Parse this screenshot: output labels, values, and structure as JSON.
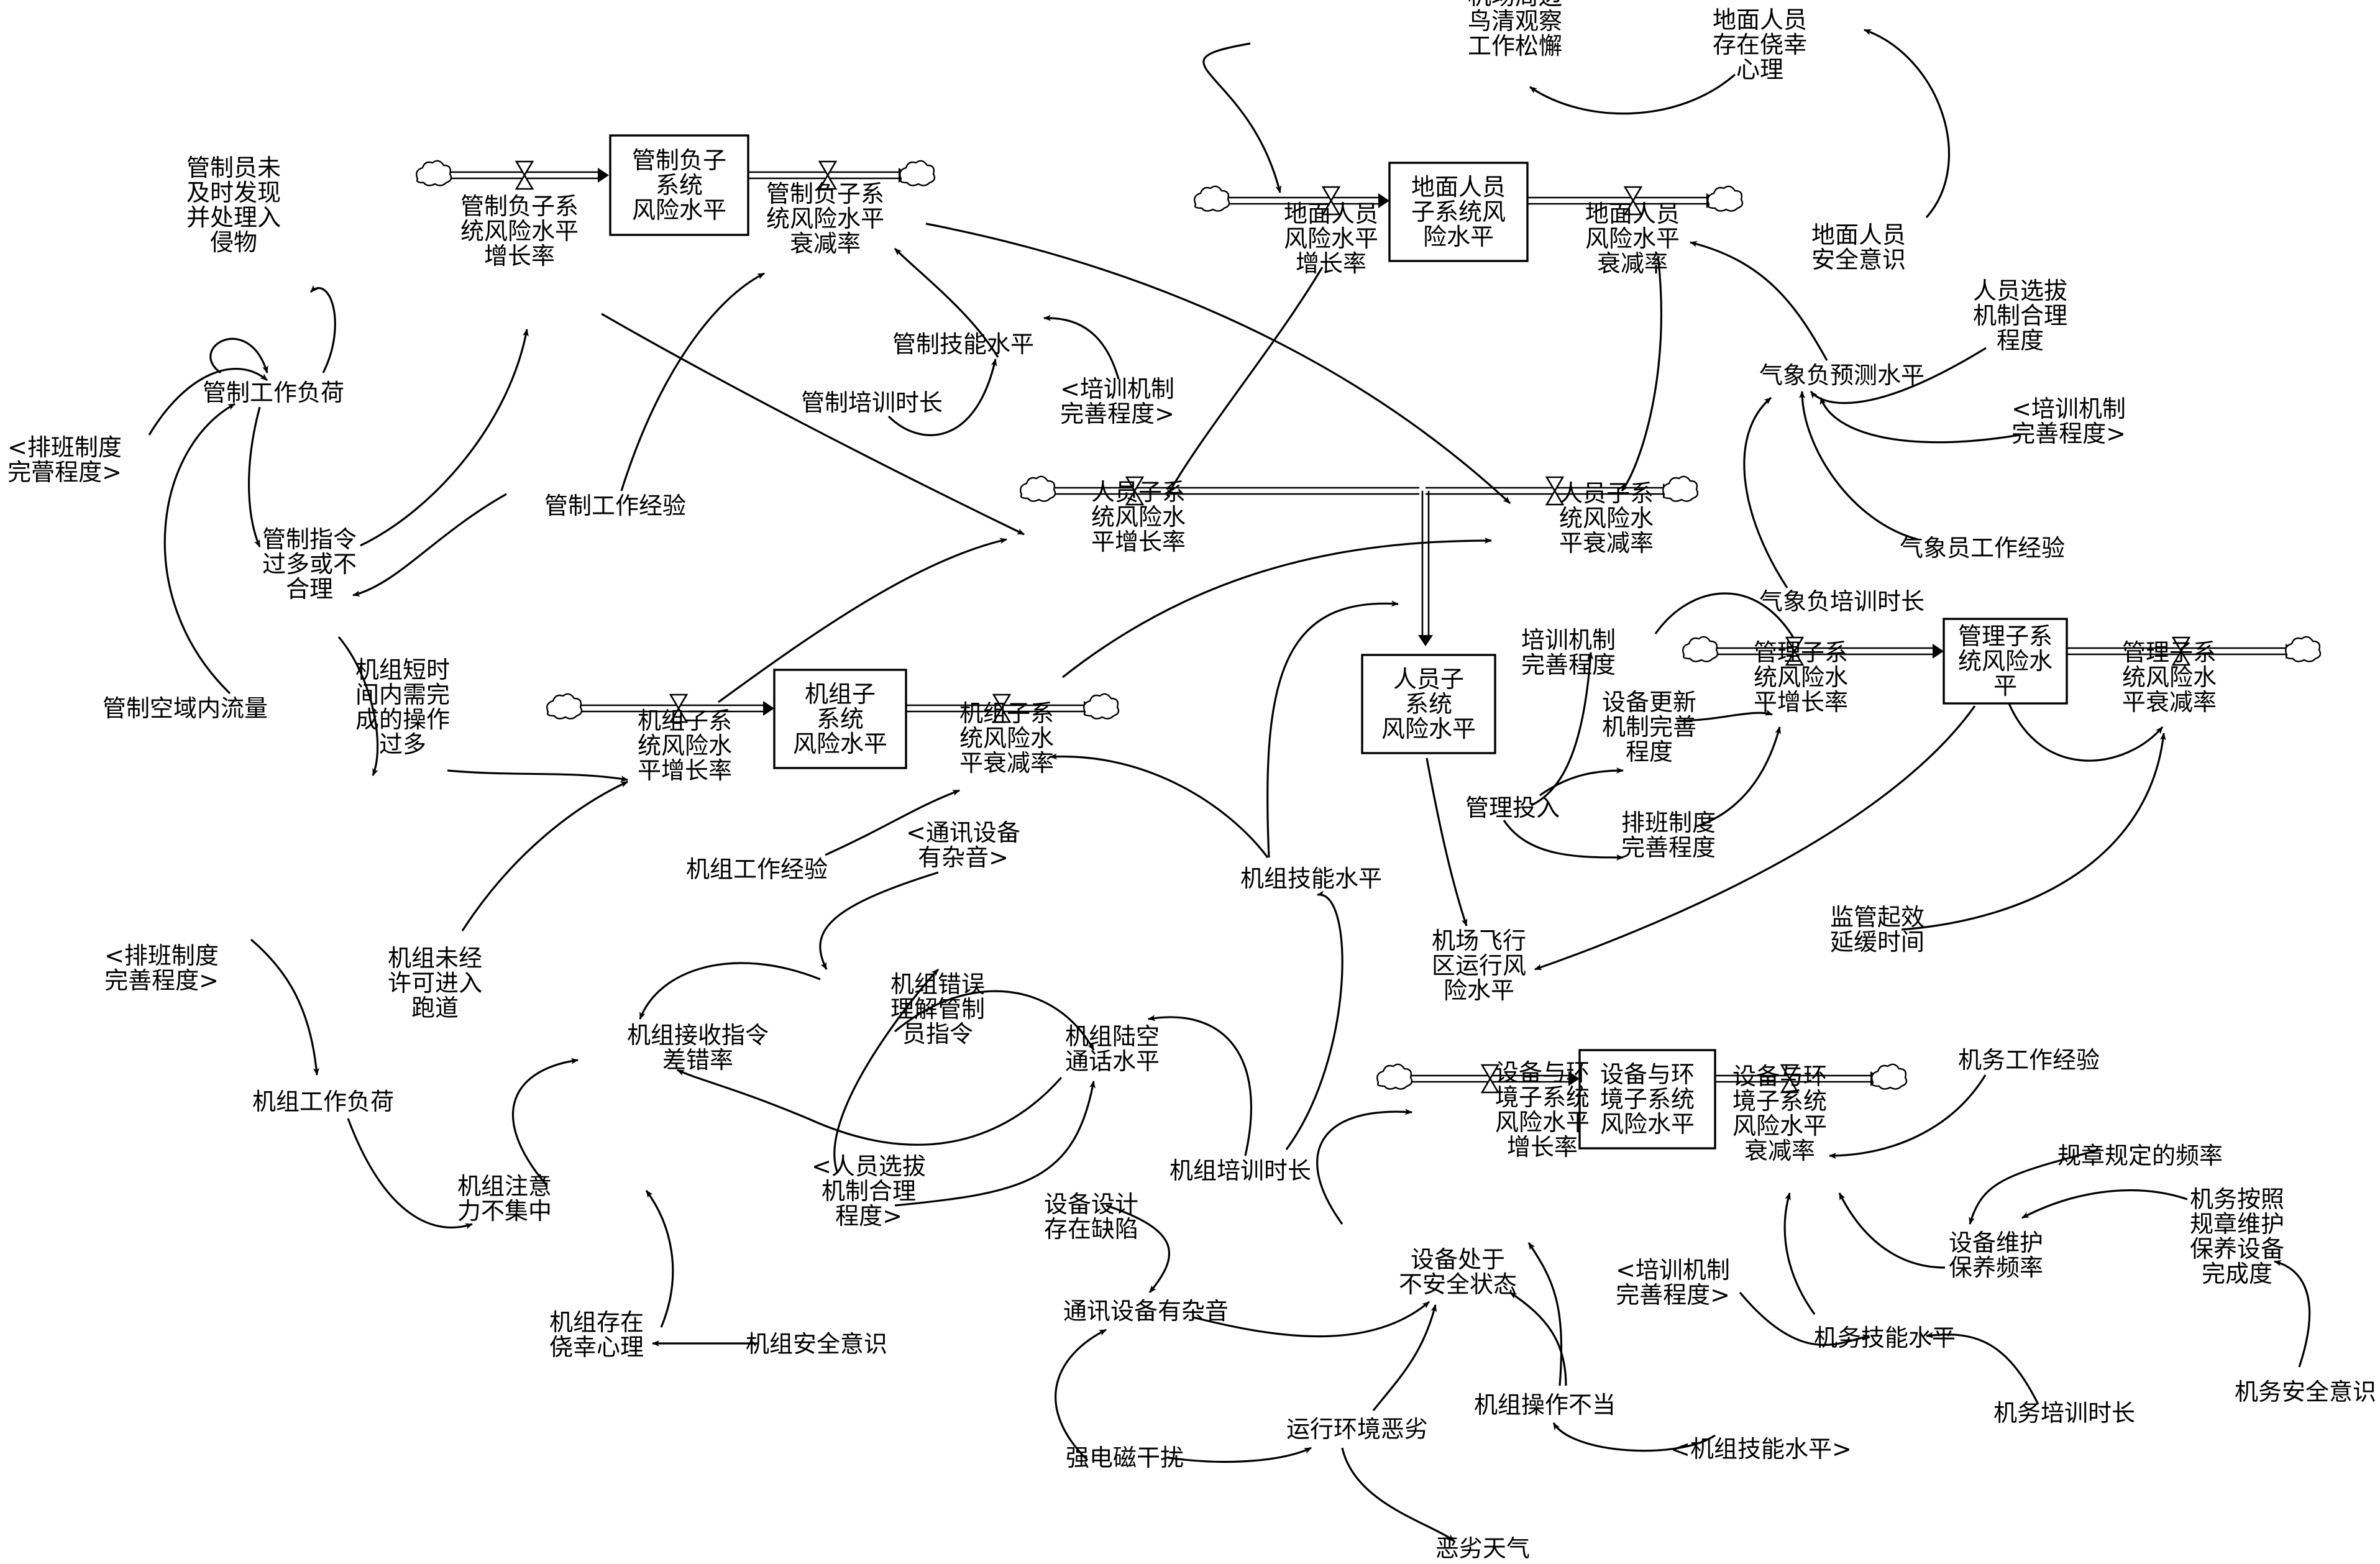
{
  "stocks": [
    {
      "id": "atc",
      "lines": [
        "管制负子",
        "系统",
        "风险水平"
      ]
    },
    {
      "id": "ground",
      "lines": [
        "地面人员",
        "子系统风",
        "险水平"
      ]
    },
    {
      "id": "crew",
      "lines": [
        "机组子",
        "系统",
        "风险水平"
      ]
    },
    {
      "id": "person",
      "lines": [
        "人员子",
        "系统",
        "风险水平"
      ]
    },
    {
      "id": "mgmt",
      "lines": [
        "管理子系",
        "统风险水",
        "平"
      ]
    },
    {
      "id": "equip",
      "lines": [
        "设备与环",
        "境子系统",
        "风险水平"
      ]
    }
  ],
  "variables": [
    {
      "id": "atc_inc",
      "lines": [
        "管制负子系",
        "统风险水平",
        "增长率"
      ]
    },
    {
      "id": "atc_dec",
      "lines": [
        "管制负子系",
        "统风险水平",
        "衰减率"
      ]
    },
    {
      "id": "atc_miss",
      "lines": [
        "管制员未",
        "及时发现",
        "并处理入",
        "侵物"
      ]
    },
    {
      "id": "atc_load",
      "lines": [
        "管制工作负荷"
      ]
    },
    {
      "id": "shift1",
      "lines": [
        "<排班制度",
        "完瞢程度>"
      ]
    },
    {
      "id": "atc_cmd",
      "lines": [
        "管制指令",
        "过多或不",
        "合理"
      ]
    },
    {
      "id": "atc_flow",
      "lines": [
        "管制空域内流量"
      ]
    },
    {
      "id": "atc_exp",
      "lines": [
        "管制工作经验"
      ]
    },
    {
      "id": "atc_skill",
      "lines": [
        "管制技能水平"
      ]
    },
    {
      "id": "atc_train",
      "lines": [
        "管制培训时长"
      ]
    },
    {
      "id": "train_mech1",
      "lines": [
        "<培训机制",
        "完善程度>"
      ]
    },
    {
      "id": "bird",
      "lines": [
        "机场周边",
        "鸟清观察",
        "工作松懈"
      ]
    },
    {
      "id": "ground_luck",
      "lines": [
        "地面人员",
        "存在侥幸",
        "心理"
      ]
    },
    {
      "id": "ground_inc",
      "lines": [
        "地面人员",
        "风险水平",
        "增长率"
      ]
    },
    {
      "id": "ground_dec",
      "lines": [
        "地面人员",
        "风险水平",
        "衰减率"
      ]
    },
    {
      "id": "ground_safe",
      "lines": [
        "地面人员",
        "安全意识"
      ]
    },
    {
      "id": "select1",
      "lines": [
        "人员选拔",
        "机制合理",
        "程度"
      ]
    },
    {
      "id": "weather_fc",
      "lines": [
        "气象负预测水平"
      ]
    },
    {
      "id": "train_mech2",
      "lines": [
        "<培训机制",
        "完善程度>"
      ]
    },
    {
      "id": "weather_exp",
      "lines": [
        "气象员工作经验"
      ]
    },
    {
      "id": "weather_train",
      "lines": [
        "气象负培训时长"
      ]
    },
    {
      "id": "person_inc",
      "lines": [
        "人员子系",
        "统风险水",
        "平增长率"
      ]
    },
    {
      "id": "person_dec",
      "lines": [
        "人员子系",
        "统风险水",
        "平衰减率"
      ]
    },
    {
      "id": "crew_short",
      "lines": [
        "机组短时",
        "间内需完",
        "成的操作",
        "过多"
      ]
    },
    {
      "id": "crew_inc",
      "lines": [
        "机组子系",
        "统风险水",
        "平增长率"
      ]
    },
    {
      "id": "crew_dec",
      "lines": [
        "机组子系",
        "统风险水",
        "平衰减率"
      ]
    },
    {
      "id": "crew_exp",
      "lines": [
        "机组工作经验"
      ]
    },
    {
      "id": "comm_noise1",
      "lines": [
        "<通讯设备",
        "有杂音>"
      ]
    },
    {
      "id": "crew_skill",
      "lines": [
        "机组技能水平"
      ]
    },
    {
      "id": "train_mech3",
      "lines": [
        "培训机制",
        "完善程度"
      ]
    },
    {
      "id": "equip_update",
      "lines": [
        "设备更新",
        "机制完善",
        "程度"
      ]
    },
    {
      "id": "mgmt_invest",
      "lines": [
        "管理投入"
      ]
    },
    {
      "id": "shift3",
      "lines": [
        "排班制度",
        "完善程度"
      ]
    },
    {
      "id": "mgmt_inc",
      "lines": [
        "管理子系",
        "统风险水",
        "平增长率"
      ]
    },
    {
      "id": "mgmt_dec",
      "lines": [
        "管理子系",
        "统风险水",
        "平衰减率"
      ]
    },
    {
      "id": "supervise",
      "lines": [
        "监管起效",
        "延缓时间"
      ]
    },
    {
      "id": "airport_risk",
      "lines": [
        "机场飞行",
        "区运行风",
        "险水平"
      ]
    },
    {
      "id": "shift2",
      "lines": [
        "<排班制度",
        "完善程度>"
      ]
    },
    {
      "id": "crew_runway",
      "lines": [
        "机组未经",
        "许可进入",
        "跑道"
      ]
    },
    {
      "id": "crew_recv",
      "lines": [
        "机组接收指令",
        "差错率"
      ]
    },
    {
      "id": "crew_misund",
      "lines": [
        "机组错误",
        "理解管制",
        "员指令"
      ]
    },
    {
      "id": "crew_comm",
      "lines": [
        "机组陆空",
        "通话水平"
      ]
    },
    {
      "id": "crew_load",
      "lines": [
        "机组工作负荷"
      ]
    },
    {
      "id": "crew_attn",
      "lines": [
        "机组注意",
        "力不集中"
      ]
    },
    {
      "id": "crew_luck",
      "lines": [
        "机组存在",
        "侥幸心理"
      ]
    },
    {
      "id": "crew_safe",
      "lines": [
        "机组安全意识"
      ]
    },
    {
      "id": "select2",
      "lines": [
        "<人员选拔",
        "机制合理",
        "程度>"
      ]
    },
    {
      "id": "equip_design",
      "lines": [
        "设备设计",
        "存在缺陷"
      ]
    },
    {
      "id": "crew_train",
      "lines": [
        "机组培训时长"
      ]
    },
    {
      "id": "comm_noise",
      "lines": [
        "通讯设备有杂音"
      ]
    },
    {
      "id": "equip_unsafe",
      "lines": [
        "设备处于",
        "不安全状态"
      ]
    },
    {
      "id": "emi",
      "lines": [
        "强电磁干扰"
      ]
    },
    {
      "id": "env_bad",
      "lines": [
        "运行环境恶劣"
      ]
    },
    {
      "id": "crew_oper",
      "lines": [
        "机组操作不当"
      ]
    },
    {
      "id": "crew_skill2",
      "lines": [
        "<机组技能水平>"
      ]
    },
    {
      "id": "bad_weather",
      "lines": [
        "恶劣天气"
      ]
    },
    {
      "id": "equip_inc",
      "lines": [
        "设备与环",
        "境子系统",
        "风险水平",
        "增长率"
      ]
    },
    {
      "id": "equip_dec",
      "lines": [
        "设备与环",
        "境子系统",
        "风险水平",
        "衰减率"
      ]
    },
    {
      "id": "mech_exp",
      "lines": [
        "机务工作经验"
      ]
    },
    {
      "id": "reg_freq",
      "lines": [
        "规章规定的频率"
      ]
    },
    {
      "id": "maint_freq",
      "lines": [
        "设备维护",
        "保养频率"
      ]
    },
    {
      "id": "mech_comply",
      "lines": [
        "机务按照",
        "规章维护",
        "保养设备",
        "完成度"
      ]
    },
    {
      "id": "train_mech4",
      "lines": [
        "<培训机制",
        "完善程度>"
      ]
    },
    {
      "id": "mech_skill",
      "lines": [
        "机务技能水平"
      ]
    },
    {
      "id": "mech_train",
      "lines": [
        "机务培训时长"
      ]
    },
    {
      "id": "mech_safe",
      "lines": [
        "机务安全意识"
      ]
    }
  ]
}
